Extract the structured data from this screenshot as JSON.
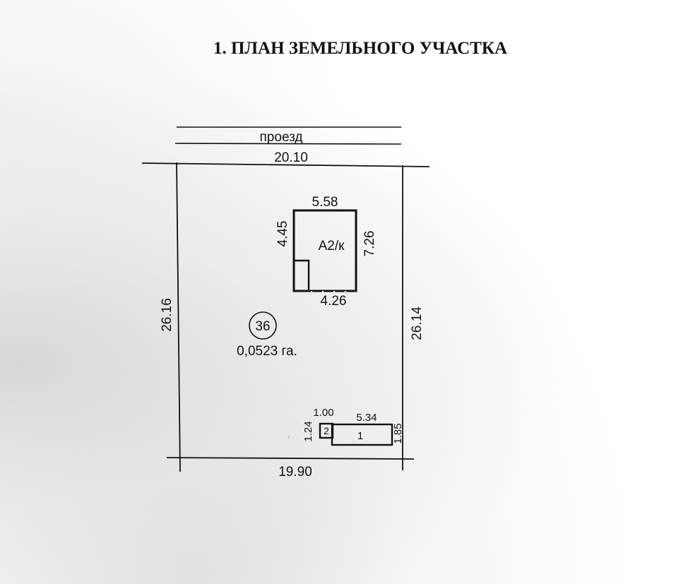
{
  "plan": {
    "title": "1. ПЛАН ЗЕМЕЛЬНОГО УЧАСТКА",
    "road_label": "проезд",
    "parcel": {
      "number": "36",
      "area": "0,0523 га.",
      "top_length": "20.10",
      "bottom_length": "19.90",
      "left_length": "26.16",
      "right_length": "26.14"
    },
    "main_building": {
      "label": "А2/к",
      "top": "5.58",
      "right": "7.26",
      "left": "4.45",
      "bottom": "4.26"
    },
    "outbuilding_1": {
      "label": "1",
      "top": "5.34",
      "right_gap": "1.85"
    },
    "outbuilding_2": {
      "label": "2",
      "top": "1.00",
      "left": "1.24"
    }
  }
}
